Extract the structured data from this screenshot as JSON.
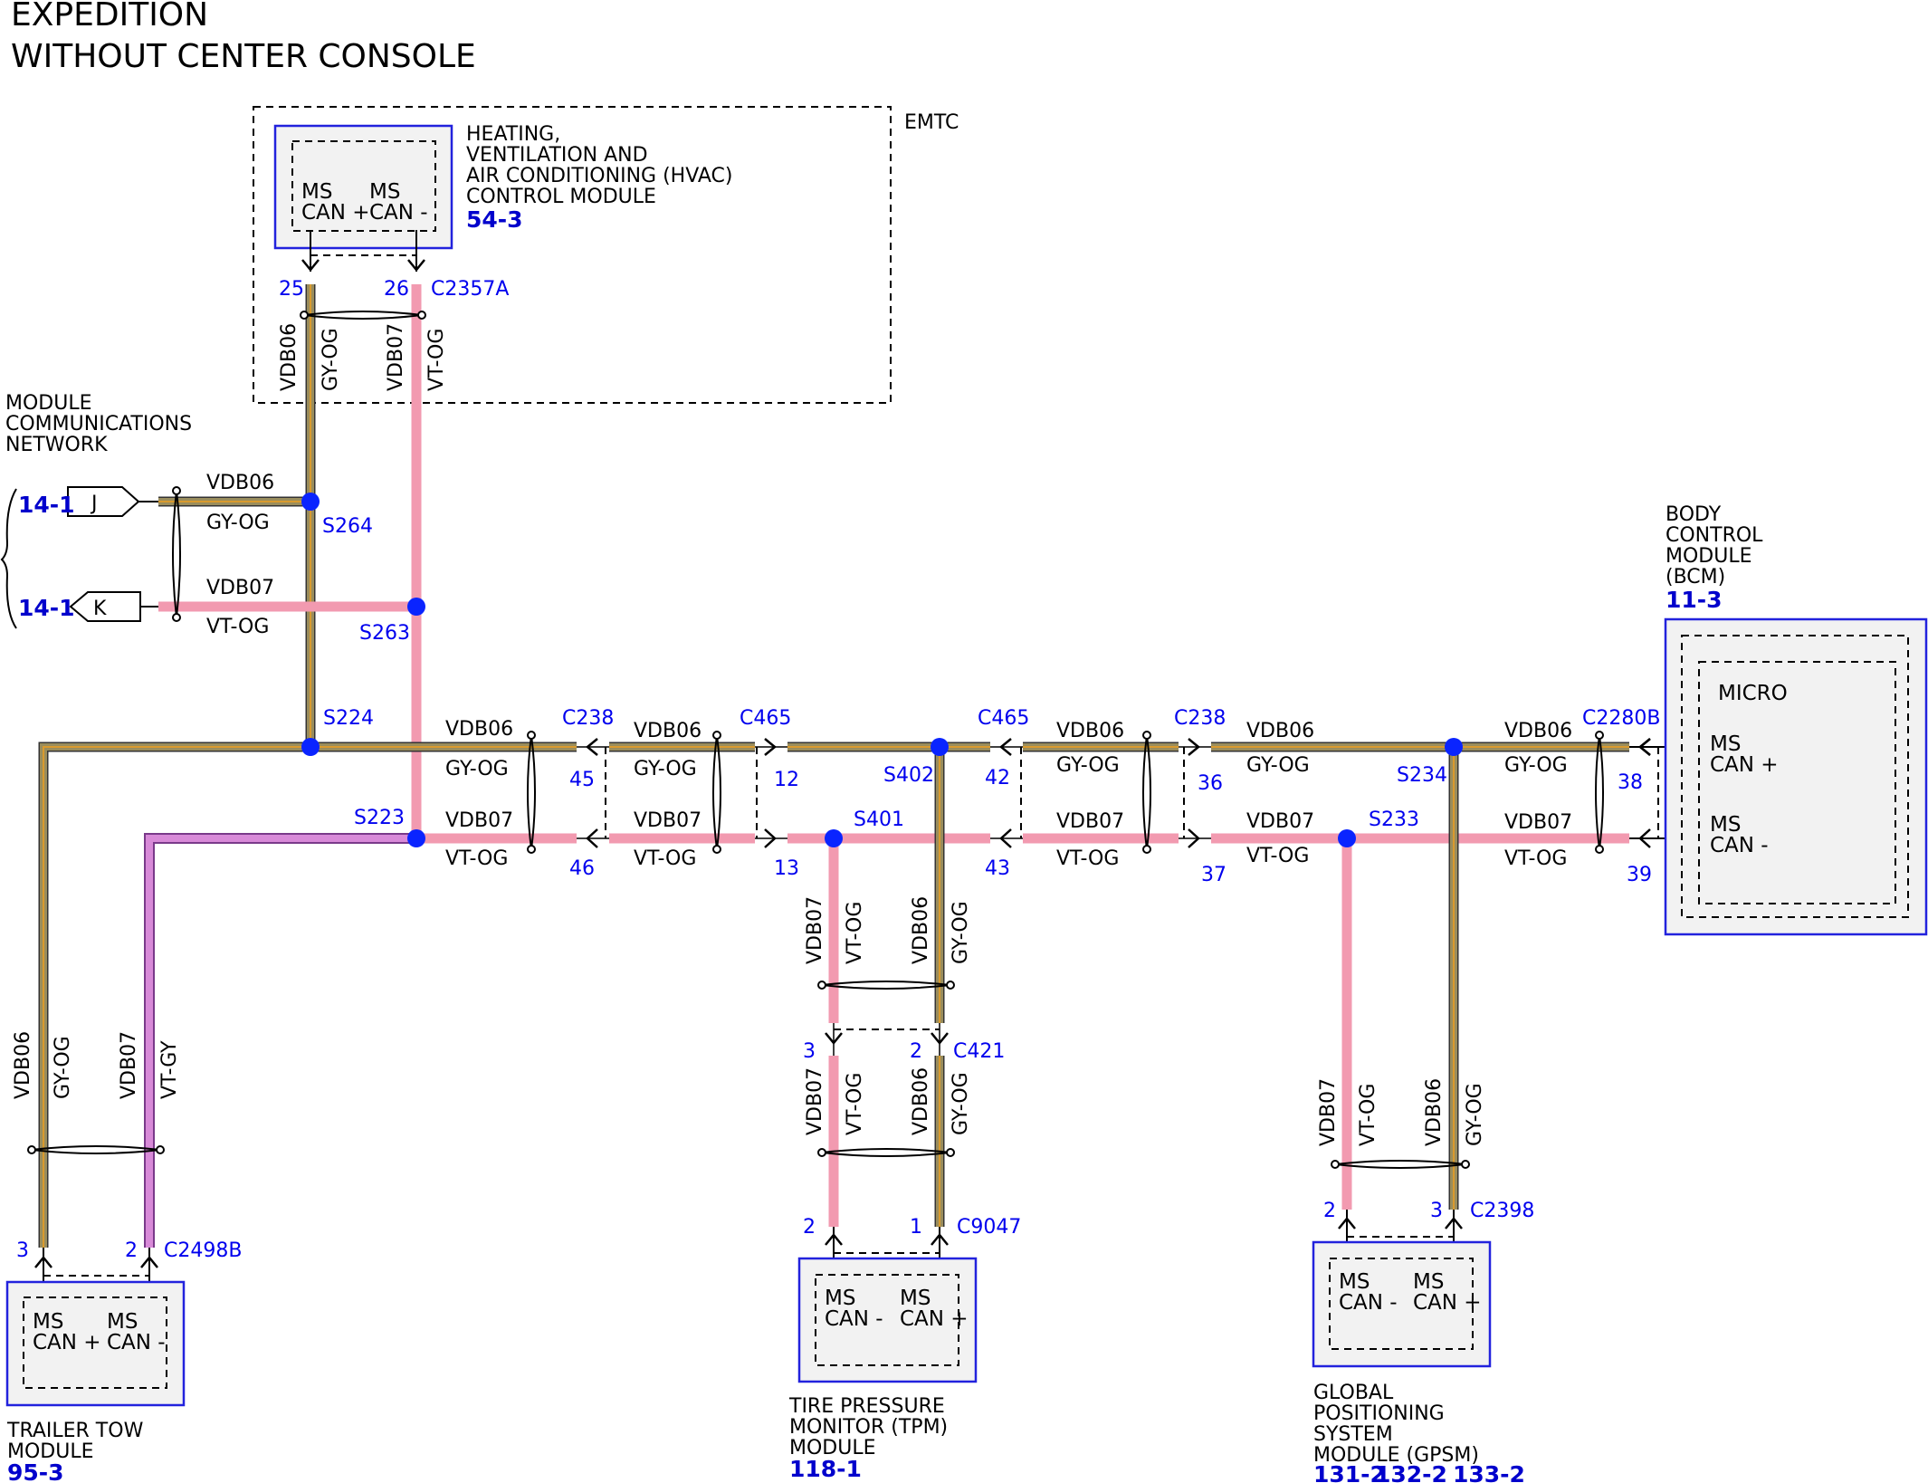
{
  "header": {
    "line1": "EXPEDITION",
    "line2": "WITHOUT CENTER CONSOLE"
  },
  "colors": {
    "gy_og": "#9a8d5c",
    "vt_og": "#f29ab0",
    "vt_gy": "#d88ad8",
    "accent": "#0000ee"
  },
  "emtc": {
    "label": "EMTC"
  },
  "hvac": {
    "title": [
      "HEATING,",
      "VENTILATION AND",
      "AIR CONDITIONING (HVAC)",
      "CONTROL MODULE"
    ],
    "ref": "54-3",
    "pin1": [
      "MS",
      "CAN +"
    ],
    "pin2": [
      "MS",
      "CAN -"
    ],
    "conn": "C2357A",
    "pin_a": "25",
    "pin_b": "26"
  },
  "mcn": {
    "title": [
      "MODULE",
      "COMMUNICATIONS",
      "NETWORK"
    ],
    "ref_j": "14-1",
    "ref_k": "14-1",
    "tag_j": "J",
    "tag_k": "K"
  },
  "bcm": {
    "title": [
      "BODY",
      "CONTROL",
      "MODULE",
      "(BCM)"
    ],
    "ref": "11-3",
    "micro": "MICRO",
    "pin1": [
      "MS",
      "CAN +"
    ],
    "pin2": [
      "MS",
      "CAN -"
    ],
    "conn": "C2280B",
    "pin_a": "38",
    "pin_b": "39"
  },
  "trailer": {
    "title": [
      "TRAILER TOW",
      "MODULE"
    ],
    "ref": "95-3",
    "pin1": [
      "MS",
      "CAN +"
    ],
    "pin2": [
      "MS",
      "CAN -"
    ],
    "conn": "C2498B",
    "pin_a": "3",
    "pin_b": "2"
  },
  "tpm": {
    "title": [
      "TIRE PRESSURE",
      "MONITOR (TPM)",
      "MODULE"
    ],
    "ref": "118-1",
    "pin1": [
      "MS",
      "CAN -"
    ],
    "pin2": [
      "MS",
      "CAN +"
    ],
    "conn": "C9047",
    "pin_a": "2",
    "pin_b": "1",
    "conn2": "C421",
    "pin2_a": "3",
    "pin2_b": "2"
  },
  "gpsm": {
    "title": [
      "GLOBAL",
      "POSITIONING",
      "SYSTEM",
      "MODULE (GPSM)"
    ],
    "refs": [
      "131-2",
      "132-2",
      "133-2"
    ],
    "pin1": [
      "MS",
      "CAN -"
    ],
    "pin2": [
      "MS",
      "CAN +"
    ],
    "conn": "C2398",
    "pin_a": "2",
    "pin_b": "3"
  },
  "wires": {
    "vdb06": "VDB06",
    "vdb07": "VDB07",
    "gyog": "GY-OG",
    "vtog": "VT-OG",
    "vtgy": "VT-GY"
  },
  "splices": {
    "s264": "S264",
    "s263": "S263",
    "s224": "S224",
    "s223": "S223",
    "s402": "S402",
    "s401": "S401",
    "s234": "S234",
    "s233": "S233"
  },
  "connectors": {
    "c238a": "C238",
    "c465a": "C465",
    "c465b": "C465",
    "c238b": "C238",
    "p45": "45",
    "p46": "46",
    "p12": "12",
    "p13": "13",
    "p42": "42",
    "p43": "43",
    "p36": "36",
    "p37": "37"
  }
}
